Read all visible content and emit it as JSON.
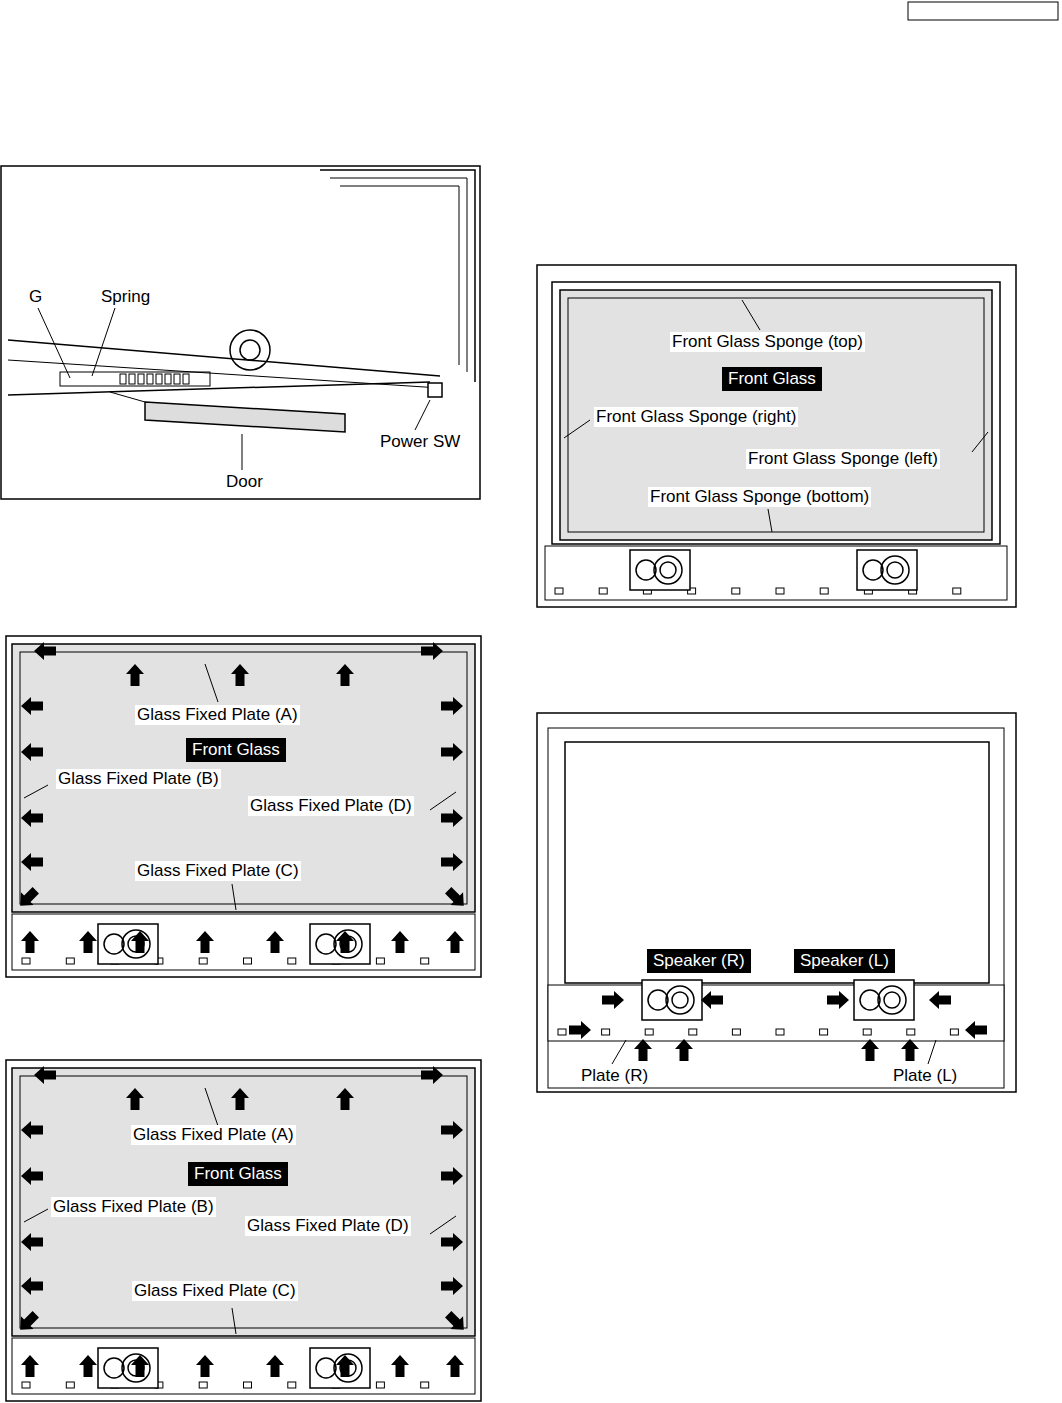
{
  "diagram": {
    "nodes": [
      {
        "text": [
          "Front Glass"
        ]
      },
      {
        "text": [
          "Front Glass"
        ]
      },
      {
        "text": [
          "Front Glass"
        ]
      },
      {
        "text": [
          "Speaker (R)"
        ]
      },
      {
        "text": [
          "Speaker (L)"
        ]
      }
    ],
    "labels": [
      "G",
      "Spring",
      "Power SW",
      "Door",
      "Glass Fixed Plate (A)",
      "Glass Fixed Plate (B)",
      "Glass Fixed Plate (D)",
      "Glass Fixed Plate (C)",
      "Glass Fixed Plate (A)",
      "Glass Fixed Plate (B)",
      "Glass Fixed Plate (D)",
      "Glass Fixed Plate (C)",
      "Front Glass Sponge (top)",
      "Front Glass Sponge (right)",
      "Front Glass Sponge (left)",
      "Front Glass Sponge (bottom)",
      "Plate (R)",
      "Plate (L)"
    ]
  }
}
